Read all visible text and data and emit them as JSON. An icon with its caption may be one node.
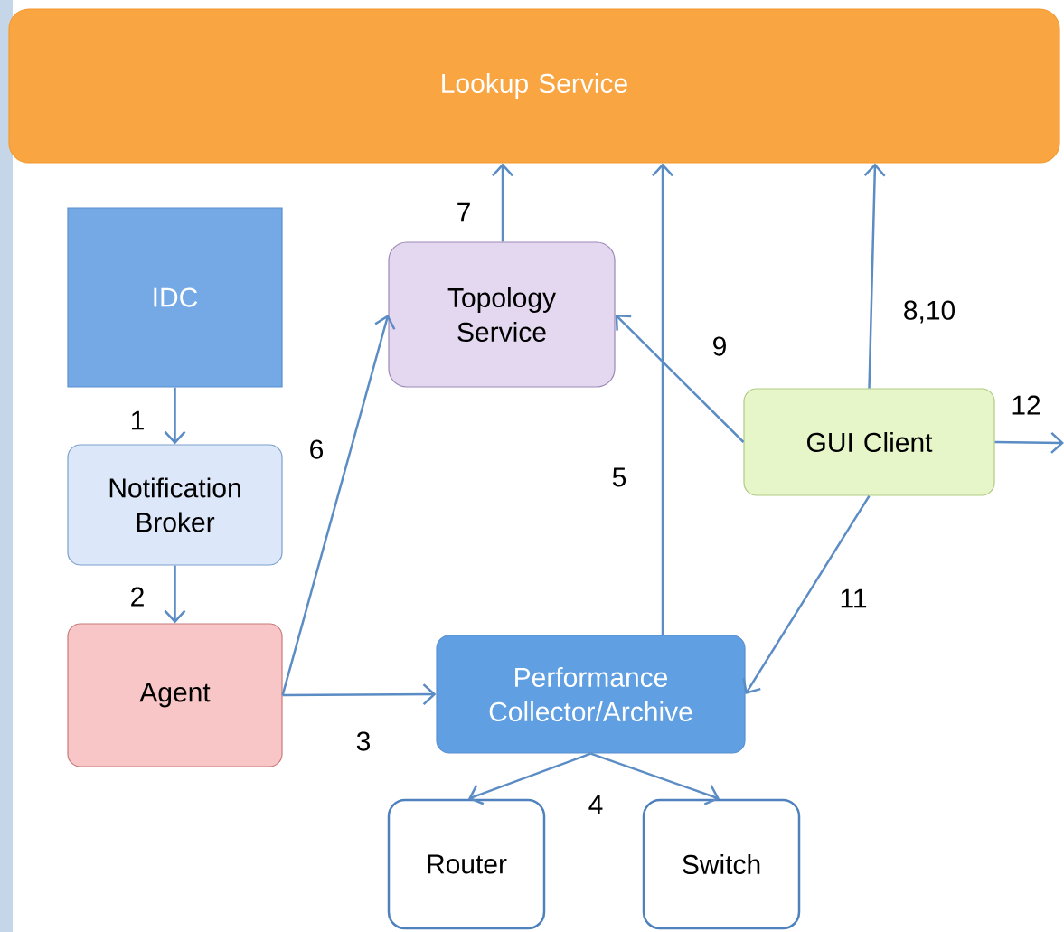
{
  "diagram": {
    "nodes": [
      {
        "text": [
          "Lookup Service"
        ]
      },
      {
        "text": [
          "IDC"
        ]
      },
      {
        "text": [
          "Notification Broker"
        ]
      },
      {
        "text": [
          "Agent"
        ]
      },
      {
        "text": [
          "Topology Service"
        ]
      },
      {
        "text": [
          "Performance Collector/Archive"
        ]
      },
      {
        "text": [
          "GUI Client"
        ]
      },
      {
        "text": [
          "Router"
        ]
      },
      {
        "text": [
          "Switch"
        ]
      }
    ],
    "edges": [
      {
        "from": 1,
        "to": 2,
        "arrow": "to",
        "label": "1"
      },
      {
        "from": 2,
        "to": 3,
        "arrow": "to",
        "label": "2"
      },
      {
        "from": 3,
        "to": 5,
        "arrow": "to",
        "label": "3"
      },
      {
        "from": 5,
        "to": 7,
        "arrow": "to",
        "label": "4"
      },
      {
        "from": 5,
        "to": 8,
        "arrow": "to"
      },
      {
        "from": 5,
        "to": 0,
        "arrow": "to",
        "label": "5"
      },
      {
        "from": 3,
        "to": 4,
        "arrow": "to",
        "label": "6"
      },
      {
        "from": 4,
        "to": 0,
        "arrow": "to",
        "label": "7"
      },
      {
        "from": 6,
        "to": 0,
        "arrow": "to",
        "label": "8,10"
      },
      {
        "from": 6,
        "to": 4,
        "arrow": "to",
        "label": "9"
      },
      {
        "from": 6,
        "to": 5,
        "arrow": "to",
        "label": "11"
      },
      {
        "from": 6,
        "to": null,
        "arrow": "to",
        "label": "12"
      }
    ]
  }
}
